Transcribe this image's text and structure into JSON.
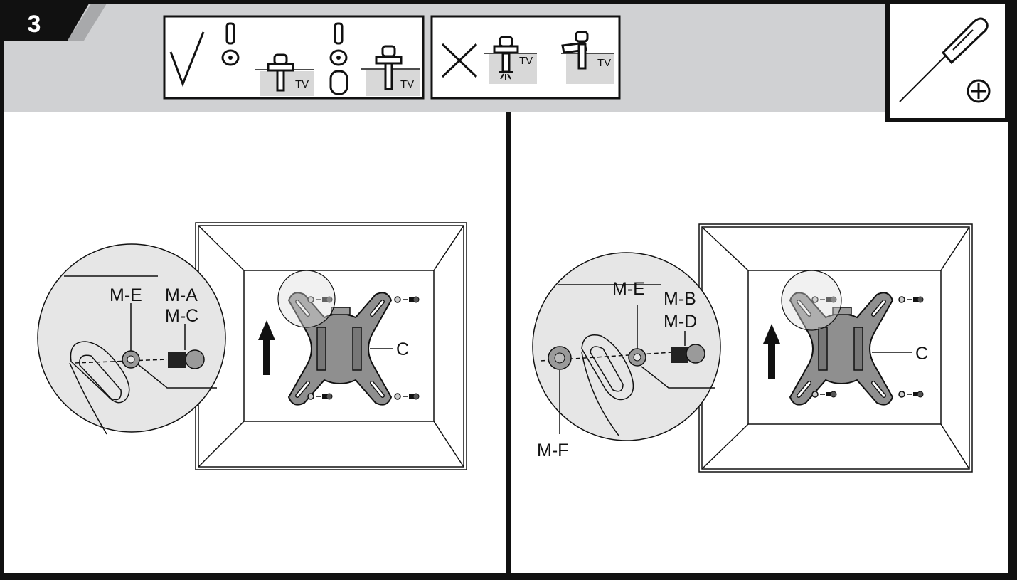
{
  "step": {
    "number": "3"
  },
  "legend": {
    "correct_icon": "check-mark-icon",
    "incorrect_icon": "cross-mark-icon",
    "tv_labels": [
      "TV",
      "TV",
      "TV",
      "TV"
    ]
  },
  "tool": {
    "icon": "phillips-screwdriver-icon",
    "tip_symbol": "phillips-plus-icon"
  },
  "left_panel": {
    "labels": {
      "washer": "M-E",
      "screw_1": "M-A",
      "screw_2": "M-C",
      "plate": "C"
    }
  },
  "right_panel": {
    "labels": {
      "washer": "M-E",
      "screw_1": "M-B",
      "screw_2": "M-D",
      "spacer": "M-F",
      "plate": "C"
    }
  },
  "colors": {
    "header_bg": "#d0d1d3",
    "plate": "#8f8f8f",
    "border": "#111111",
    "zoom_bg": "#e6e6e6"
  }
}
